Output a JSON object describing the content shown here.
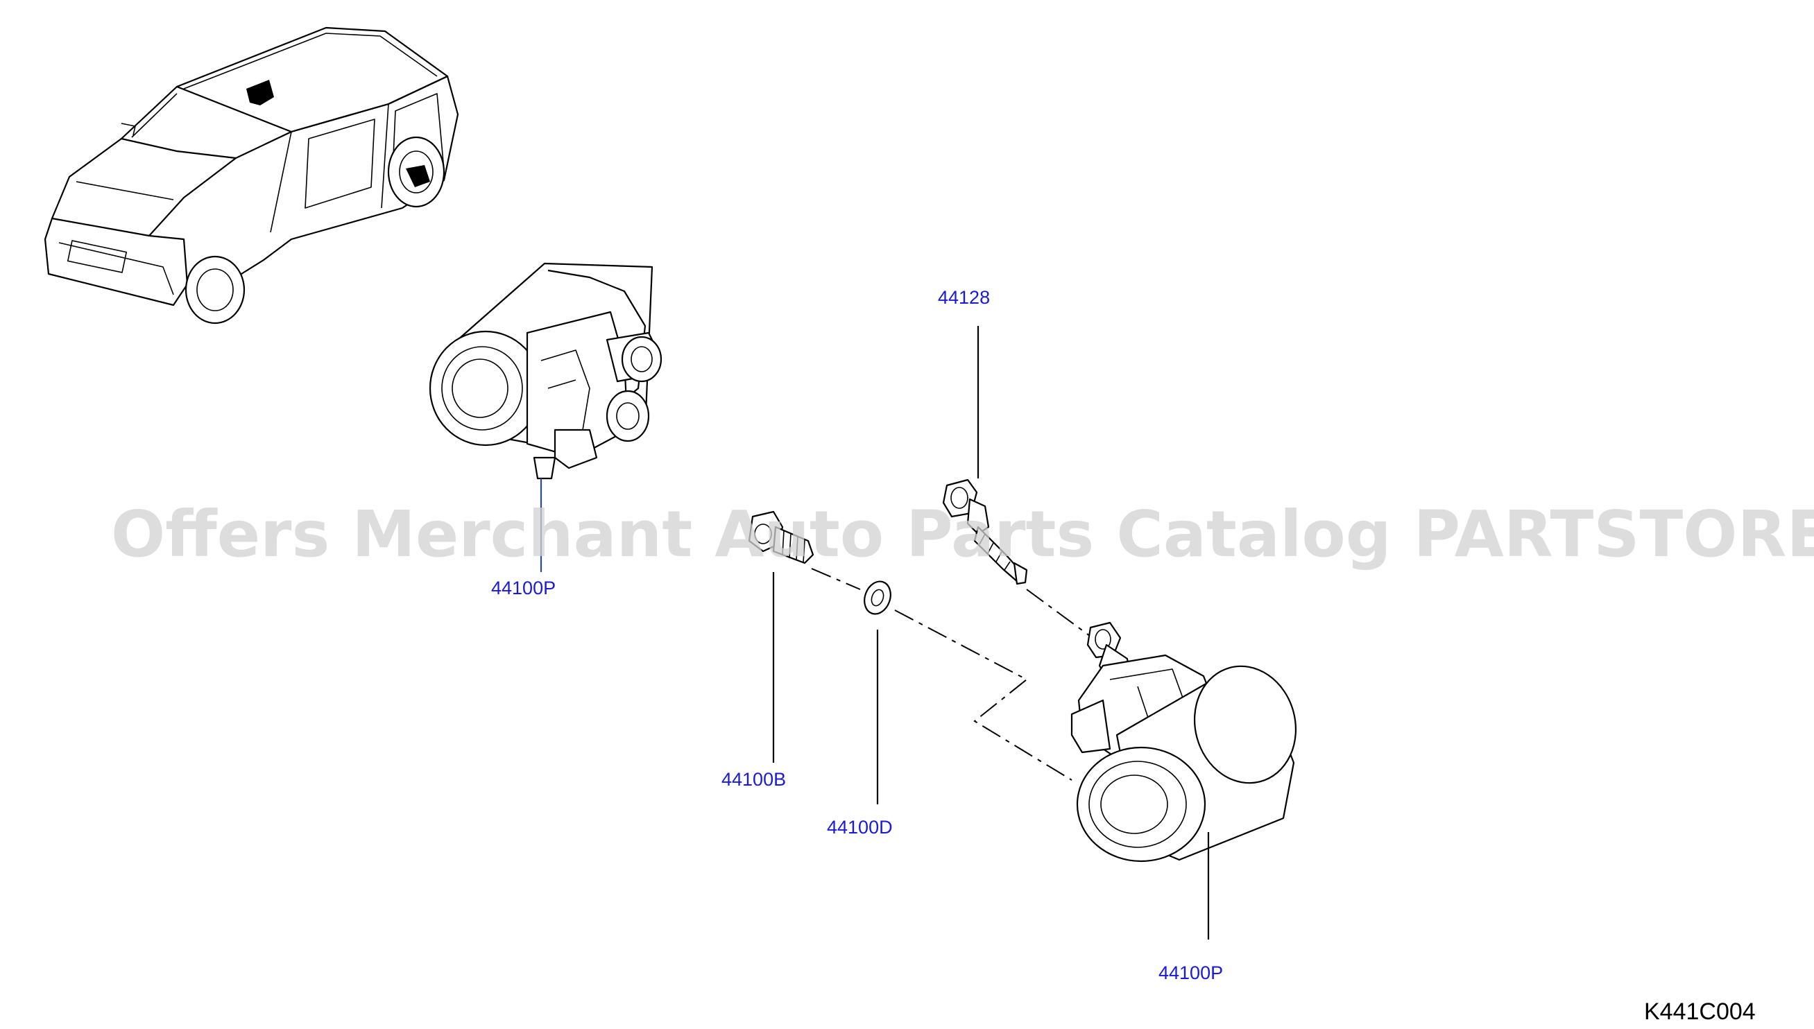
{
  "watermark": "Offers Merchant Auto Parts Catalog PARTSTORE.SA",
  "diagram_code": "K441C004",
  "callouts": {
    "upper_cylinder": "44100P",
    "bleeder": "44128",
    "bolt": "44100B",
    "washer": "44100D",
    "lower_cylinder": "44100P"
  }
}
